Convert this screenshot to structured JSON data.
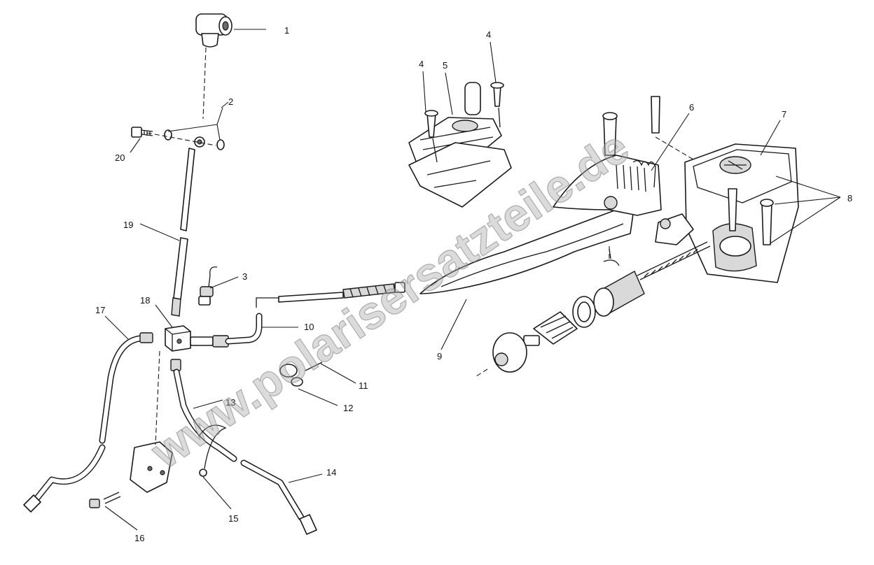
{
  "diagram": {
    "watermark": "www.polarisersatzteile.de",
    "callouts": [
      "1",
      "2",
      "3",
      "4",
      "4",
      "5",
      "6",
      "7",
      "8",
      "9",
      "10",
      "11",
      "12",
      "13",
      "14",
      "15",
      "16",
      "17",
      "18",
      "19",
      "20"
    ]
  }
}
